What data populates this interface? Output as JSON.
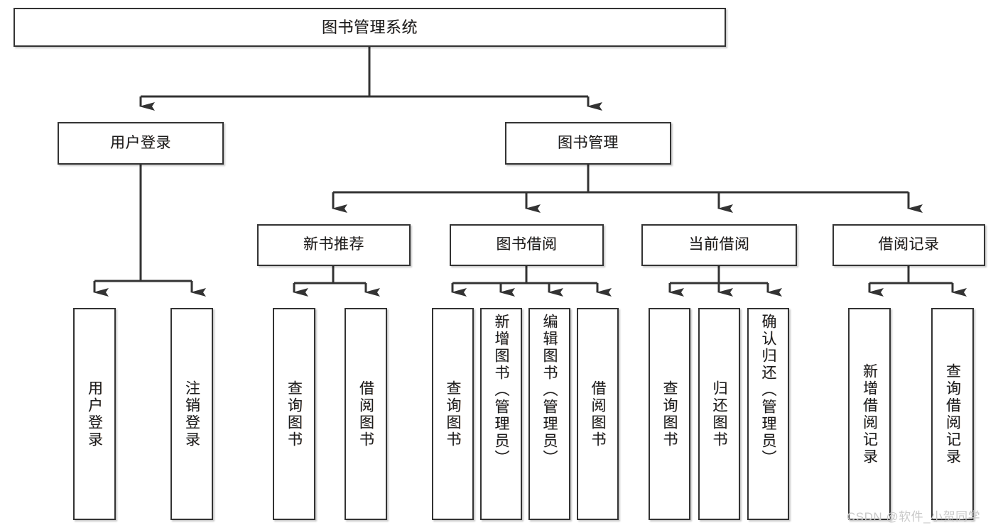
{
  "diagram": {
    "type": "tree",
    "title": "图书管理系统",
    "watermark": "CSDN @软件_小贺同学",
    "colors": {
      "box_border": "#333333",
      "box_fill": "#ffffff",
      "connector": "#333333",
      "text": "#1d1d1d",
      "watermark": "#c9c9c9",
      "background": "#ffffff"
    },
    "root": {
      "label": "图书管理系统"
    },
    "level2": [
      {
        "label": "用户登录"
      },
      {
        "label": "图书管理"
      }
    ],
    "level3": [
      {
        "label": "新书推荐"
      },
      {
        "label": "图书借阅"
      },
      {
        "label": "当前借阅"
      },
      {
        "label": "借阅记录"
      }
    ],
    "leaves": {
      "user_login": [
        {
          "label": "用户登录"
        },
        {
          "label": "注销登录"
        }
      ],
      "new_book_recommend": [
        {
          "label": "查询图书"
        },
        {
          "label": "借阅图书"
        }
      ],
      "book_borrow": [
        {
          "label": "查询图书"
        },
        {
          "label": "新增图书（管理员）"
        },
        {
          "label": "编辑图书（管理员）"
        },
        {
          "label": "借阅图书"
        }
      ],
      "current_borrow": [
        {
          "label": "查询图书"
        },
        {
          "label": "归还图书"
        },
        {
          "label": "确认归还（管理员）"
        }
      ],
      "borrow_record": [
        {
          "label": "新增借阅记录"
        },
        {
          "label": "查询借阅记录"
        }
      ]
    }
  }
}
